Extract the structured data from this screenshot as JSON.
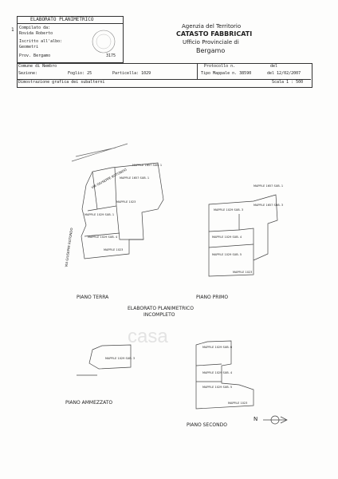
{
  "header": {
    "mark": "1",
    "elaborato_title": "ELABORATO PLANIMETRICO",
    "compilato_da": "Compilato da:",
    "author": "Rovida Roberto",
    "iscritto": "Iscritto all'albo:",
    "albo": "Geometri",
    "prov_label": "Prov. Bergamo",
    "albo_num": "3175",
    "agency_line1": "Agenzia del Territorio",
    "agency_line2": "CATASTO FABBRICATI",
    "agency_line3": "Ufficio Provinciale di",
    "agency_line4": "Bergamo"
  },
  "info": {
    "comune": "Comune di Nembro",
    "sezione": "Sezione:",
    "foglio": "Foglio: 25",
    "particella": "Particella: 1029",
    "protocollo": "Protocollo n.",
    "del1": "del",
    "tipo_mappale": "Tipo Mappale n. 38590",
    "del2": "del 12/02/2007",
    "dimostrazione": "Dimostrazione grafica dei subalterni",
    "scala": "Scala 1 : 500"
  },
  "plans": {
    "street_top": "VIA GIUSEPPE ROTONDO",
    "street_left": "VIA GIUSEPPE ROTONDO",
    "terra_labels": [
      "MAPP.LE 1657 SUB. 1",
      "MAPP.LE 1657 SUB. 1",
      "MAPP.LE 1029 SUB. 1",
      "MAPP.LE 1029 SUB. 4",
      "MAPP.LE 1023",
      "MAPP.LE 1023"
    ],
    "primo_labels": [
      "MAPP.LE 1657 SUB. 1",
      "MAPP.LE 1029 SUB. 3",
      "MAPP.LE 1657 SUB. 3",
      "MAPP.LE 1029 SUB. 4",
      "MAPP.LE 1029 SUB. 5",
      "MAPP.LE 1023"
    ],
    "ammezzato_labels": [
      "MAPP.LE 1029 SUB. 3"
    ],
    "secondo_labels": [
      "MAPP.LE 1029 SUB. 6",
      "MAPP.LE 1029 SUB. 4",
      "MAPP.LE 1029 SUB. 5",
      "MAPP.LE 1023"
    ],
    "piano_terra": "PIANO TERRA",
    "piano_primo": "PIANO PRIMO",
    "piano_ammezzato": "PIANO AMMEZZATO",
    "piano_secondo": "PIANO SECONDO",
    "incompleto_line1": "ELABORATO PLANIMETRICO",
    "incompleto_line2": "INCOMPLETO",
    "north": "N",
    "watermark": "casa"
  }
}
